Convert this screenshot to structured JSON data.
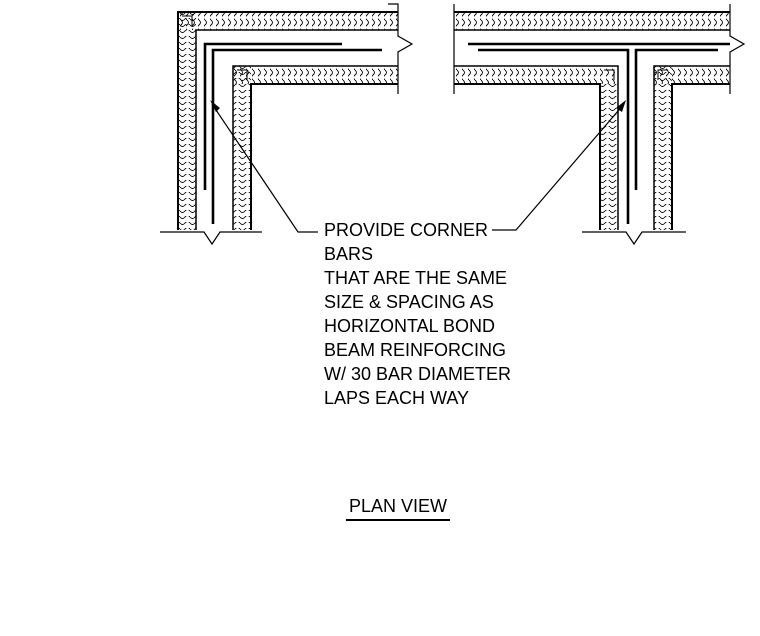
{
  "note": {
    "lines": [
      "PROVIDE CORNER",
      "BARS",
      "THAT ARE THE SAME",
      "SIZE & SPACING AS",
      "HORIZONTAL BOND",
      "BEAM REINFORCING",
      "W/ 30 BAR DIAMETER",
      "LAPS EACH WAY"
    ]
  },
  "caption": "PLAN VIEW",
  "colors": {
    "line": "#000000",
    "background": "#ffffff"
  }
}
